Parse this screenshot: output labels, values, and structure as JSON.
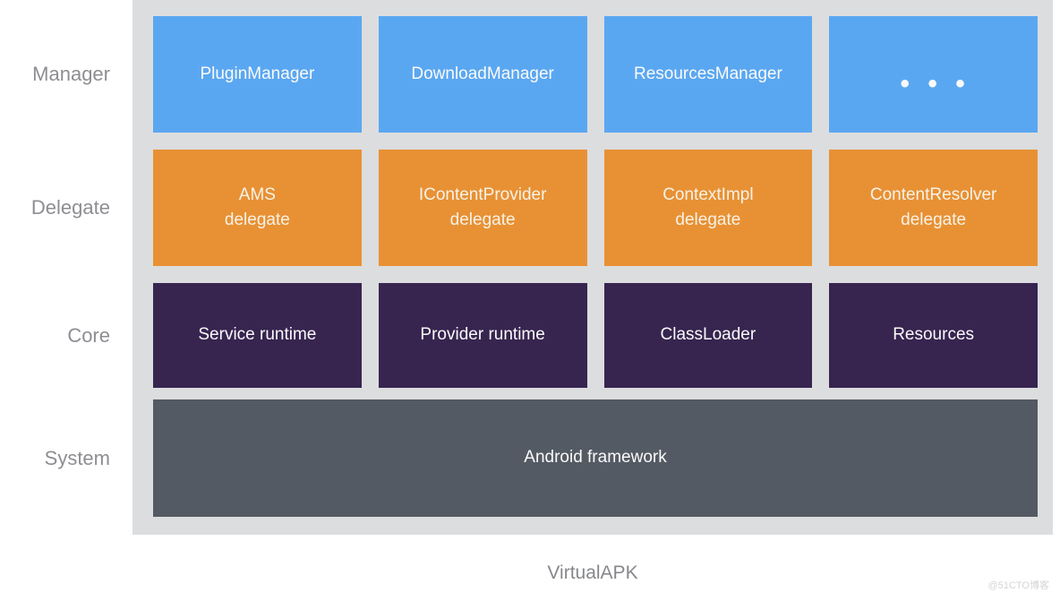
{
  "colors": {
    "page-bg": "#ffffff",
    "panel-bg": "#dcddde",
    "manager-box": "#5aa7f1",
    "delegate-box": "#e89134",
    "core-box": "#372550",
    "system-box": "#545a63",
    "box-text": "#fafafa",
    "delegate-box-text": "#f7f2e7",
    "label-text": "#8d8e93",
    "caption-text": "#87888c",
    "watermark-text": "#d3d4d6"
  },
  "rows": {
    "manager": {
      "label": "Manager",
      "boxes": [
        {
          "label": "PluginManager"
        },
        {
          "label": "DownloadManager"
        },
        {
          "label": "ResourcesManager"
        },
        {
          "label": "• • •"
        }
      ]
    },
    "delegate": {
      "label": "Delegate",
      "boxes": [
        {
          "label": "AMS\ndelegate"
        },
        {
          "label": "IContentProvider\ndelegate"
        },
        {
          "label": "ContextImpl\ndelegate"
        },
        {
          "label": "ContentResolver\ndelegate"
        }
      ]
    },
    "core": {
      "label": "Core",
      "boxes": [
        {
          "label": "Service runtime"
        },
        {
          "label": "Provider runtime"
        },
        {
          "label": "ClassLoader"
        },
        {
          "label": "Resources"
        }
      ]
    },
    "system": {
      "label": "System",
      "box": {
        "label": "Android framework"
      }
    }
  },
  "caption": "VirtualAPK",
  "watermark": "@51CTO博客"
}
